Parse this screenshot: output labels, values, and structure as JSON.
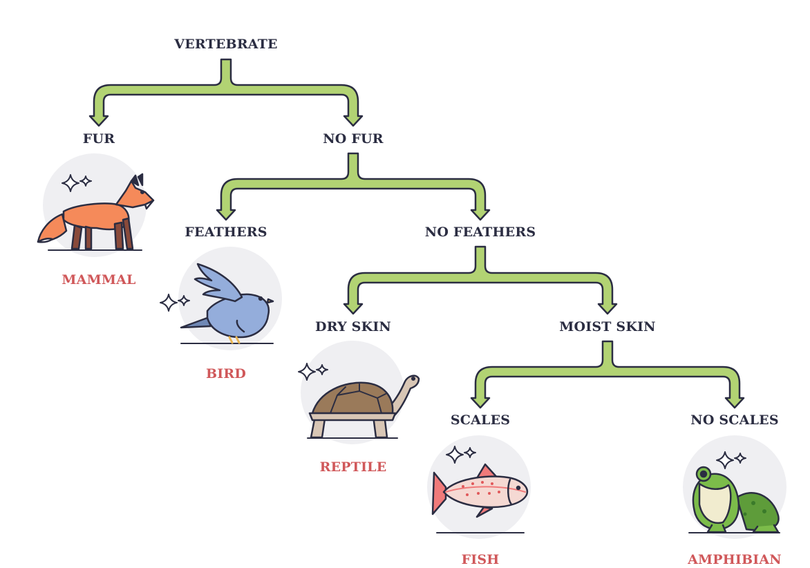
{
  "nodes": {
    "vertebrate": "VERTEBRATE",
    "fur": "FUR",
    "no_fur": "NO FUR",
    "feathers": "FEATHERS",
    "no_feathers": "NO FEATHERS",
    "dry_skin": "DRY SKIN",
    "moist_skin": "MOIST SKIN",
    "scales": "SCALES",
    "no_scales": "NO SCALES"
  },
  "results": {
    "mammal": "MAMMAL",
    "bird": "BIRD",
    "reptile": "REPTILE",
    "fish": "FISH",
    "amphibian": "AMPHIBIAN"
  },
  "colors": {
    "arrow_fill": "#b2d373",
    "arrow_stroke": "#2b2d42",
    "label": "#2b2d42",
    "result": "#d0585a",
    "circle": "#efeff2"
  },
  "icons": [
    "fox-icon",
    "bird-icon",
    "turtle-icon",
    "fish-icon",
    "frog-icon",
    "sparkle-icon"
  ]
}
